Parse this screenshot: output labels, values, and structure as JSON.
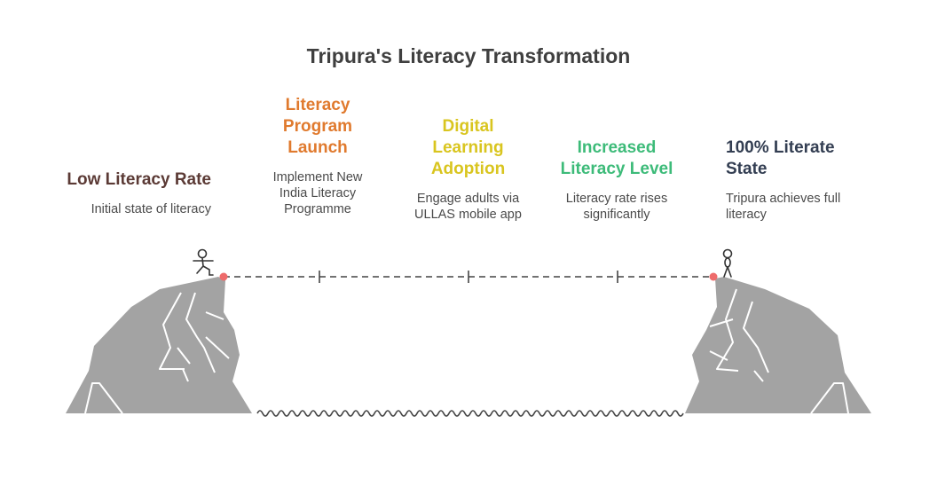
{
  "title": "Tripura's Literacy Transformation",
  "steps": [
    {
      "title": "Low Literacy Rate",
      "description": "Initial state of literacy",
      "color": "#5b3a35"
    },
    {
      "title": "Literacy Program Launch",
      "description": "Implement New India Literacy Programme",
      "color": "#e07a2e"
    },
    {
      "title": "Digital Learning Adoption",
      "description": "Engage adults via ULLAS mobile app",
      "color": "#d9c51f"
    },
    {
      "title": "Increased Literacy Level",
      "description": "Literacy rate rises significantly",
      "color": "#3dbb79"
    },
    {
      "title": "100% Literate State",
      "description": "Tripura achieves full literacy",
      "color": "#333e52"
    }
  ],
  "colors": {
    "cliff": "#a3a3a3",
    "marker": "#ee6b6b",
    "line": "#444444"
  }
}
